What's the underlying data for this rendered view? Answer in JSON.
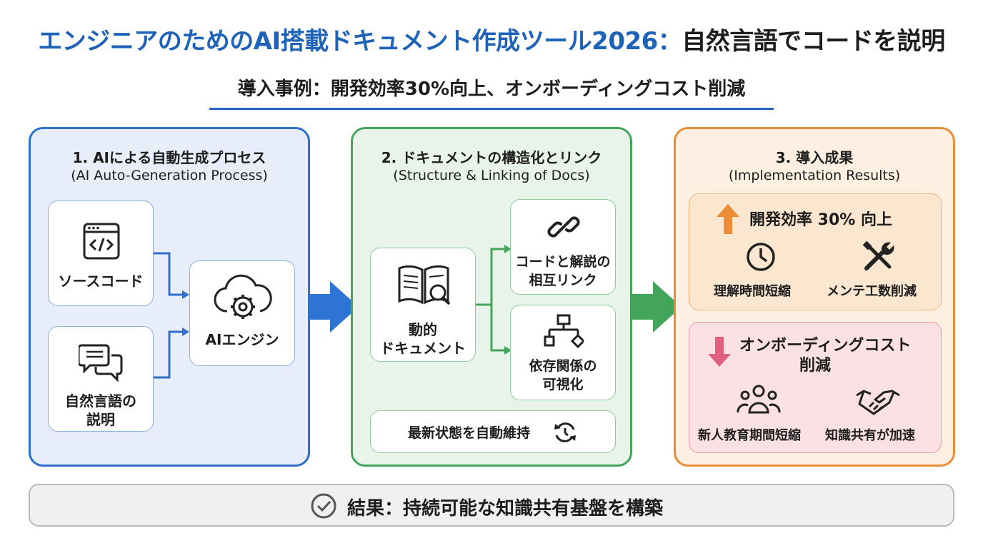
{
  "title_blue": "エンジニアのためのAI搭載ドキュメント作成ツール2026：",
  "title_dark": "自然言語でコードを説明",
  "subtitle": "導入事例：開発効率30%向上、オンボーディングコスト削減",
  "panel1": {
    "heading": "1. AIによる自動生成プロセス",
    "heading_en": "(AI Auto-Generation Process)",
    "source_code": "ソースコード",
    "nl_line1": "自然言語の",
    "nl_line2": "説明",
    "engine": "AIエンジン"
  },
  "panel2": {
    "heading": "2. ドキュメントの構造化とリンク",
    "heading_en": "(Structure & Linking of Docs)",
    "dynamic_line1": "動的",
    "dynamic_line2": "ドキュメント",
    "link_line1": "コードと解説の",
    "link_line2": "相互リンク",
    "dep_line1": "依存関係の",
    "dep_line2": "可視化",
    "maintain": "最新状態を自動維持"
  },
  "panel3": {
    "heading": "3. 導入成果",
    "heading_en": "(Implementation Results)",
    "efficiency": "開発効率 30% 向上",
    "understand": "理解時間短縮",
    "maintenance": "メンテ工数削減",
    "onboard_line1": "オンボーディングコスト",
    "onboard_line2": "削減",
    "training": "新人教育期間短縮",
    "sharing": "知識共有が加速"
  },
  "result": "結果：持続可能な知識共有基盤を構築",
  "colors": {
    "blue": "#2e6fcb",
    "green": "#43a55a",
    "orange": "#ec8c37",
    "pink": "#e0607e"
  }
}
